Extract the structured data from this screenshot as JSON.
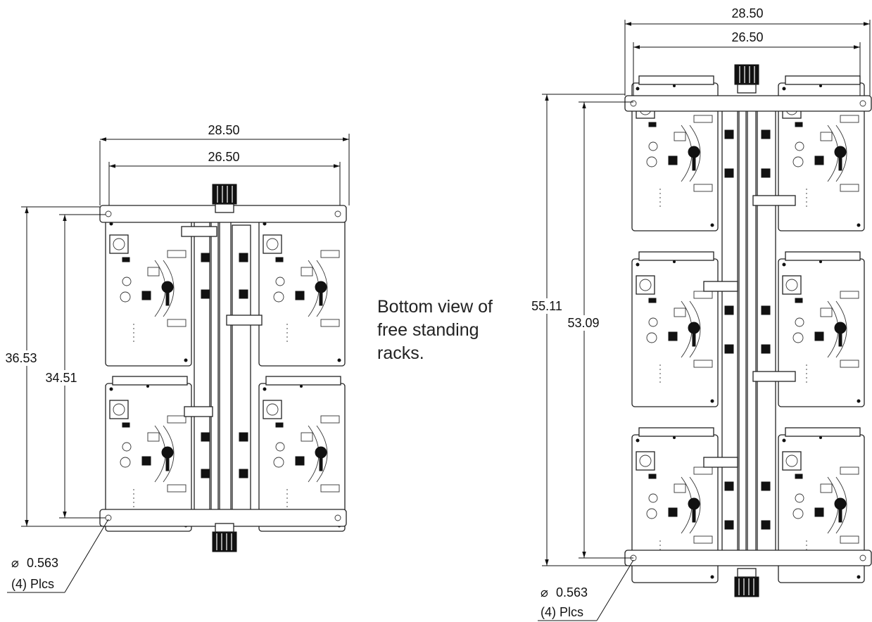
{
  "caption": [
    "Bottom view of",
    "free standing",
    "racks."
  ],
  "left_rack": {
    "overall_width": "28.50",
    "inner_width": "26.50",
    "overall_height": "36.53",
    "inner_height": "34.51",
    "hole_dia": "0.563",
    "hole_count": "(4) Plcs"
  },
  "right_rack": {
    "overall_width": "28.50",
    "inner_width": "26.50",
    "overall_height": "55.11",
    "inner_height": "53.09",
    "hole_dia": "0.563",
    "hole_count": "(4) Plcs"
  }
}
